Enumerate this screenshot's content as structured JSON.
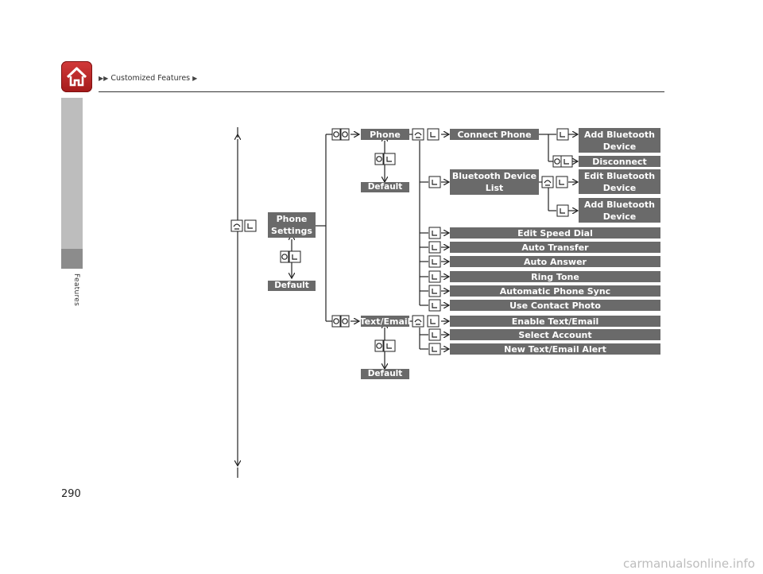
{
  "header": {
    "breadcrumb": "Customized Features",
    "breadcrumb_arrows": "▶▶",
    "breadcrumb_end_arrow": "▶"
  },
  "sidebar": {
    "section_label": "Features"
  },
  "page_number": "290",
  "watermark": "carmanualsonline.info",
  "icons": [
    "home-icon",
    "phone-button-icon",
    "back-button-icon",
    "selector-knob-icon"
  ],
  "diagram": {
    "root": "Phone\nSettings",
    "root_default": "Default",
    "phone": "Phone",
    "phone_default": "Default",
    "text_email": "Text/Email",
    "text_email_default": "Default",
    "connect_phone": "Connect Phone",
    "add_bt_device_1": "Add Bluetooth\nDevice",
    "disconnect": "Disconnect",
    "bt_device_list": "Bluetooth Device\nList",
    "edit_bt_device": "Edit Bluetooth\nDevice",
    "add_bt_device_2": "Add Bluetooth\nDevice",
    "edit_speed_dial": "Edit Speed Dial",
    "auto_transfer": "Auto Transfer",
    "auto_answer": "Auto Answer",
    "ring_tone": "Ring Tone",
    "auto_phone_sync": "Automatic Phone Sync",
    "use_contact_photo": "Use Contact Photo",
    "enable_text_email": "Enable Text/Email",
    "select_account": "Select Account",
    "new_text_email_alert": "New Text/Email Alert"
  }
}
